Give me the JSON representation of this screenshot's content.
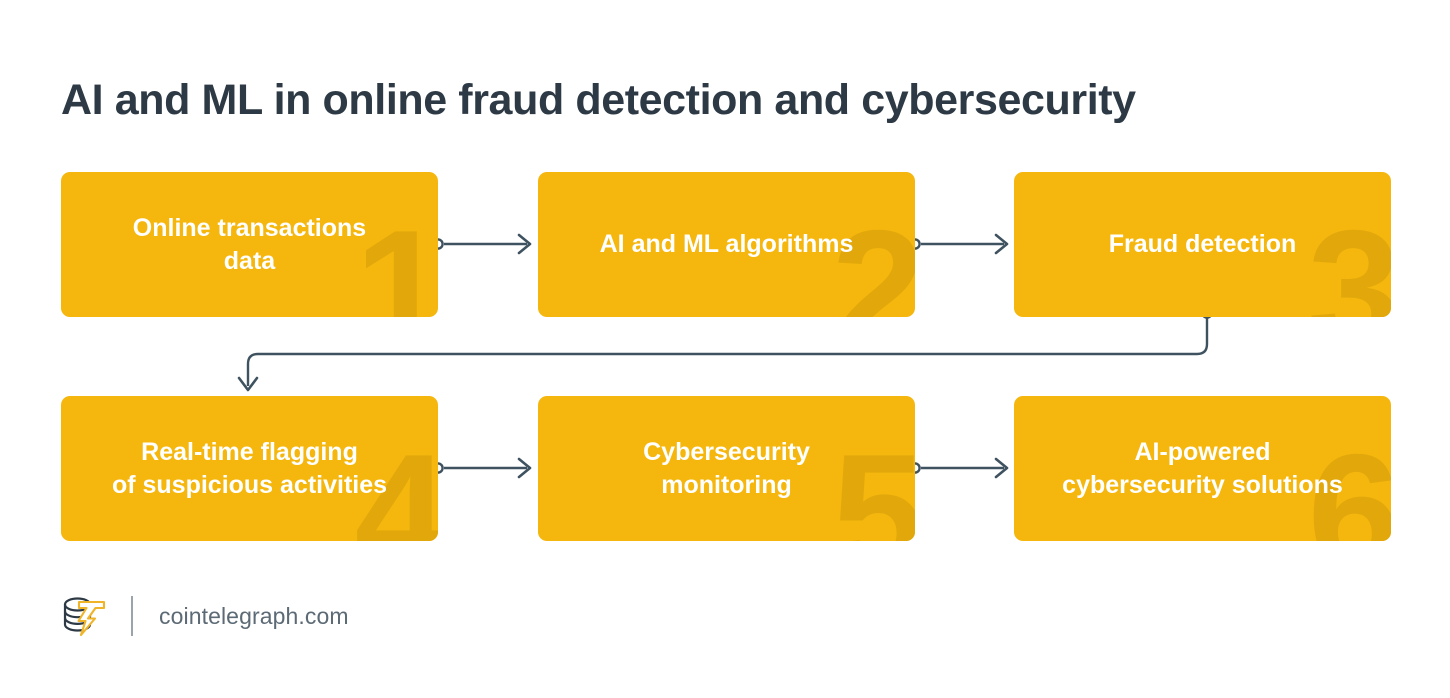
{
  "page": {
    "title": "AI and ML in online fraud detection and cybersecurity",
    "background_color": "#ffffff"
  },
  "theme": {
    "box_fill": "#f5b70e",
    "box_number_color": "#e2a80b",
    "box_text_color": "#ffffff",
    "title_color": "#2d3a45",
    "connector_color": "#3f5260",
    "footer_text_color": "#5c6a75",
    "logo_accent_color": "#f5b70e"
  },
  "diagram": {
    "type": "flowchart",
    "nodes": [
      {
        "number": "1",
        "label": "Online transactions\ndata"
      },
      {
        "number": "2",
        "label": "AI and ML algorithms"
      },
      {
        "number": "3",
        "label": "Fraud detection"
      },
      {
        "number": "4",
        "label": "Real-time flagging\nof suspicious activities"
      },
      {
        "number": "5",
        "label": "Cybersecurity\nmonitoring"
      },
      {
        "number": "6",
        "label": "AI-powered\ncybersecurity solutions"
      }
    ],
    "edges": [
      {
        "from": "1",
        "to": "2",
        "style": "straight-right"
      },
      {
        "from": "2",
        "to": "3",
        "style": "straight-right"
      },
      {
        "from": "3",
        "to": "4",
        "style": "elbow-down-left"
      },
      {
        "from": "4",
        "to": "5",
        "style": "straight-right"
      },
      {
        "from": "5",
        "to": "6",
        "style": "straight-right"
      }
    ]
  },
  "footer": {
    "logo_name": "cointelegraph-logo",
    "site": "cointelegraph.com"
  }
}
